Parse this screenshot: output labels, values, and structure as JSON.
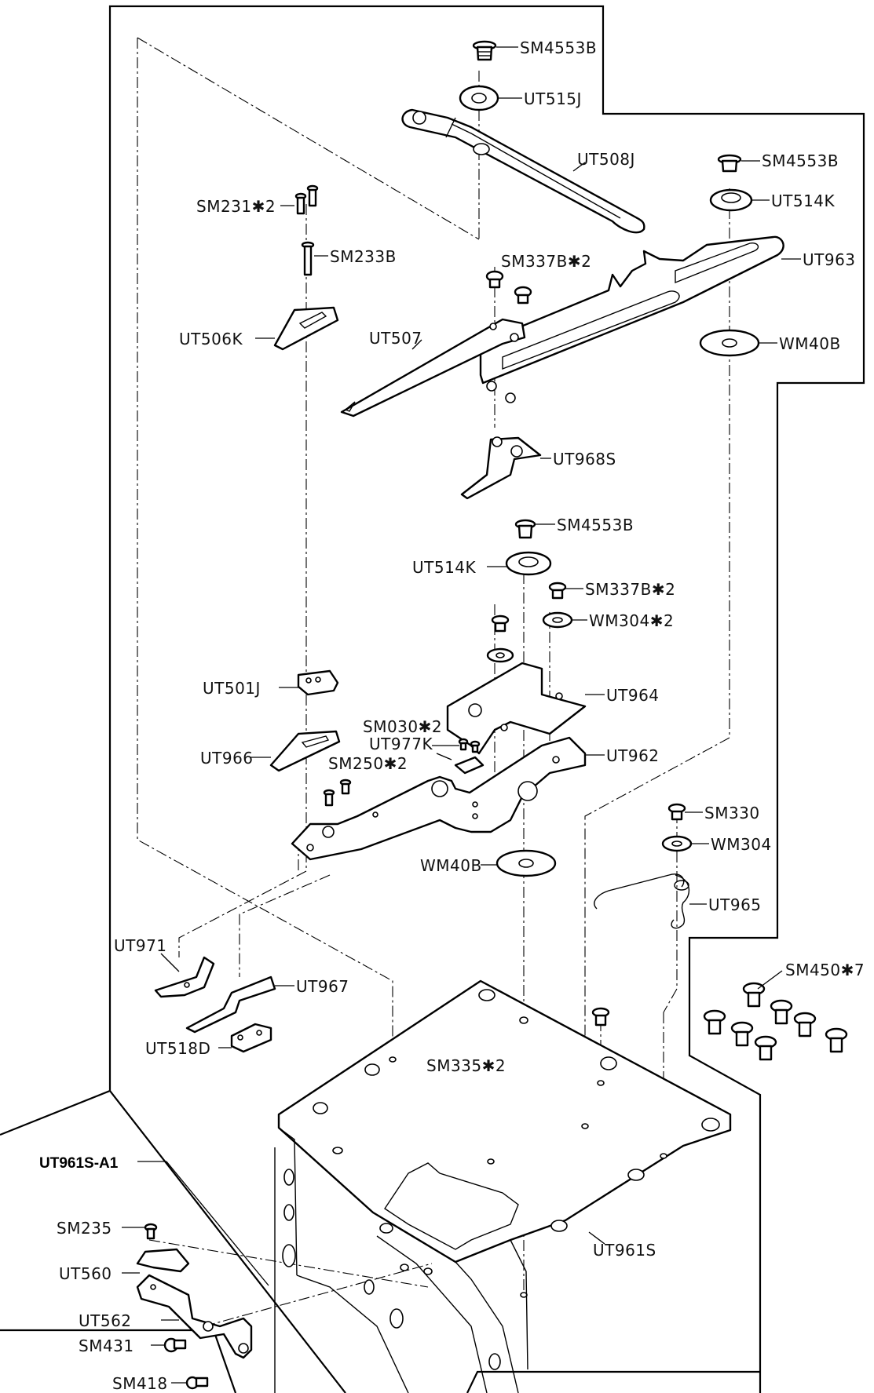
{
  "title_block": {
    "assembly_label": "UT961S-A1"
  },
  "labels": {
    "sm4553b_top": "SM4553B",
    "ut515j": "UT515J",
    "ut508j": "UT508J",
    "sm4553b_right": "SM4553B",
    "ut514k_right": "UT514K",
    "sm231": "SM231✱2",
    "sm233b": "SM233B",
    "sm337b_top": "SM337B✱2",
    "ut963": "UT963",
    "ut506k": "UT506K",
    "ut507": "UT507",
    "wm40b_right": "WM40B",
    "ut968s": "UT968S",
    "sm4553b_mid": "SM4553B",
    "ut514k_mid": "UT514K",
    "sm337b_mid": "SM337B✱2",
    "wm304_2": "WM304✱2",
    "ut501j": "UT501J",
    "ut964": "UT964",
    "sm030": "SM030✱2",
    "ut977k": "UT977K",
    "ut966": "UT966",
    "sm250": "SM250✱2",
    "ut962": "UT962",
    "sm330": "SM330",
    "wm304": "WM304",
    "wm40b_mid": "WM40B",
    "ut965": "UT965",
    "ut971": "UT971",
    "ut967": "UT967",
    "sm450": "SM450✱7",
    "ut518d": "UT518D",
    "sm335": "SM335✱2",
    "ut961s": "UT961S",
    "sm235": "SM235",
    "ut560": "UT560",
    "ut562": "UT562",
    "sm431": "SM431",
    "sm418": "SM418"
  }
}
